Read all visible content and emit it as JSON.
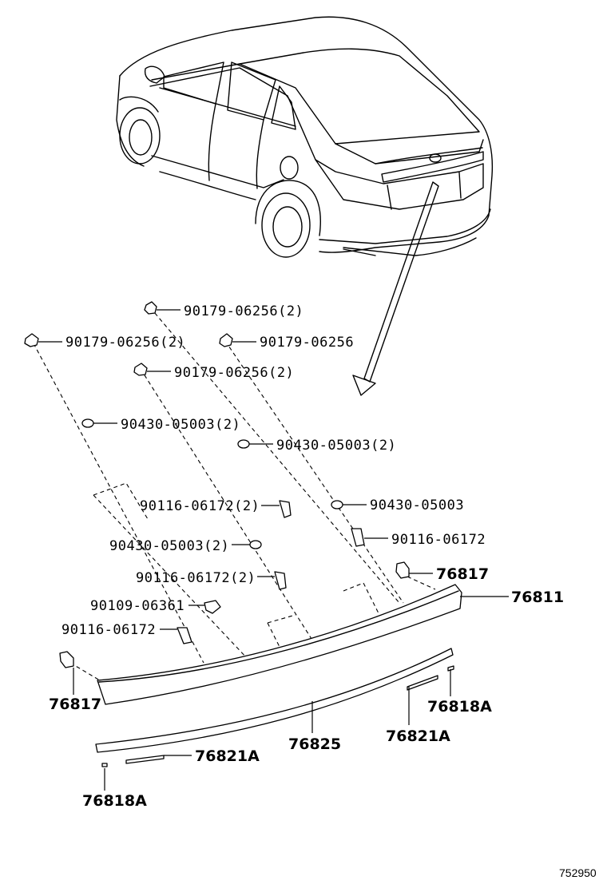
{
  "parts": {
    "nut_1": "90179-06256(2)",
    "nut_2": "90179-06256(2)",
    "nut_3": "90179-06256",
    "nut_4": "90179-06256(2)",
    "washer_1": "90430-05003(2)",
    "washer_2": "90430-05003(2)",
    "washer_3": "90430-05003",
    "washer_4": "90430-05003(2)",
    "bolt_1": "90116-06172(2)",
    "bolt_2": "90116-06172",
    "bolt_3": "90116-06172(2)",
    "bolt_4": "90116-06172",
    "screw": "90109-06361",
    "clip_right": "76817",
    "clip_left": "76817",
    "spoiler": "76811",
    "spoiler_pad": "76825",
    "tape_right": "76821A",
    "tape_left": "76821A",
    "stopper_right": "76818A",
    "stopper_left": "76818A"
  },
  "figure_number": "752950"
}
